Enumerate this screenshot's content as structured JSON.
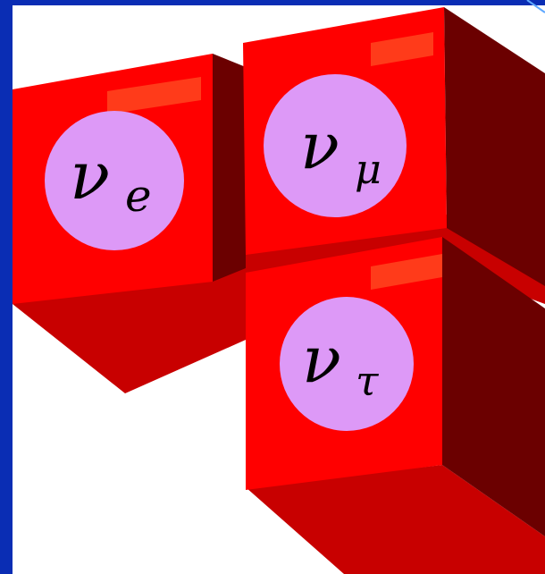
{
  "figure": {
    "colors": {
      "frame": "#0a2db4",
      "background": "#ffffff",
      "front": "#ff0000",
      "side": "#6b0000",
      "bottom": "#c80000",
      "edge": "#e60000",
      "tab": "#ff3b1a",
      "circle": "#dd99f7"
    },
    "cubes": [
      {
        "id": "electron",
        "base": "ν",
        "sub": "e"
      },
      {
        "id": "muon",
        "base": "ν",
        "sub": "μ"
      },
      {
        "id": "tau",
        "base": "ν",
        "sub": "τ"
      }
    ]
  }
}
